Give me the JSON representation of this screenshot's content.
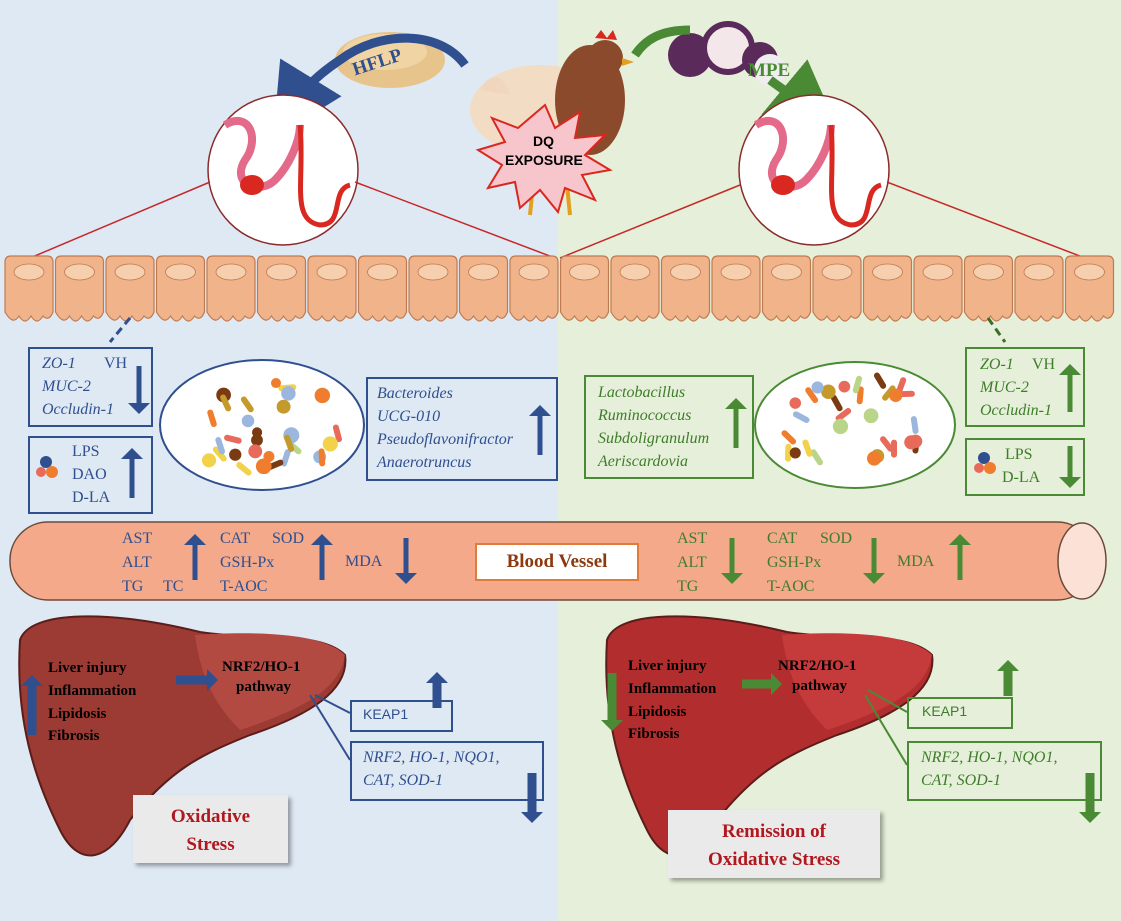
{
  "colors": {
    "left_bg": "#dfe9f4",
    "right_bg": "#e6efd9",
    "blue": "#2f4f8f",
    "green": "#4a8a35",
    "dark_red": "#b0171f",
    "vessel": "#f4a98a"
  },
  "top": {
    "hflp_label": "HFLP",
    "mpe_label": "MPE",
    "exposure_line1": "DQ",
    "exposure_line2": "EXPOSURE"
  },
  "left": {
    "barrier_box": {
      "items": [
        "ZO-1",
        "VH",
        "MUC-2",
        "Occludin-1"
      ]
    },
    "serum_box": {
      "items": [
        "LPS",
        "DAO",
        "D-LA"
      ]
    },
    "bacteria_box": {
      "items": [
        "Bacteroides",
        "UCG-010",
        "Pseudoflavonifractor",
        "Anaerotruncus"
      ]
    },
    "vessel": {
      "group1": [
        "AST",
        "ALT",
        "TG",
        "TC"
      ],
      "group2": [
        "CAT",
        "SOD",
        "GSH-Px",
        "T-AOC"
      ],
      "mda": "MDA"
    },
    "liver": {
      "effects": [
        "Liver injury",
        "Inflammation",
        "Lipidosis",
        "Fibrosis"
      ],
      "pathway_line1": "NRF2/HO-1",
      "pathway_line2": "pathway"
    },
    "keap1": "KEAP1",
    "genes_line1": "NRF2, HO-1, NQO1,",
    "genes_line2": "CAT, SOD-1",
    "result_line1": "Oxidative",
    "result_line2": "Stress"
  },
  "right": {
    "barrier_box": {
      "items": [
        "ZO-1",
        "VH",
        "MUC-2",
        "Occludin-1"
      ]
    },
    "serum_box": {
      "items": [
        "LPS",
        "D-LA"
      ]
    },
    "bacteria_box": {
      "items": [
        "Lactobacillus",
        "Ruminococcus",
        "Subdoligranulum",
        "Aeriscardovia"
      ]
    },
    "vessel": {
      "group1": [
        "AST",
        "ALT",
        "TG"
      ],
      "group2": [
        "CAT",
        "SOD",
        "GSH-Px",
        "T-AOC"
      ],
      "mda": "MDA"
    },
    "liver": {
      "effects": [
        "Liver injury",
        "Inflammation",
        "Lipidosis",
        "Fibrosis"
      ],
      "pathway_line1": "NRF2/HO-1",
      "pathway_line2": "pathway"
    },
    "keap1": "KEAP1",
    "genes_line1": "NRF2, HO-1, NQO1,",
    "genes_line2": "CAT, SOD-1",
    "result_line1": "Remission of",
    "result_line2": "Oxidative Stress"
  },
  "blood_vessel_label": "Blood Vessel"
}
